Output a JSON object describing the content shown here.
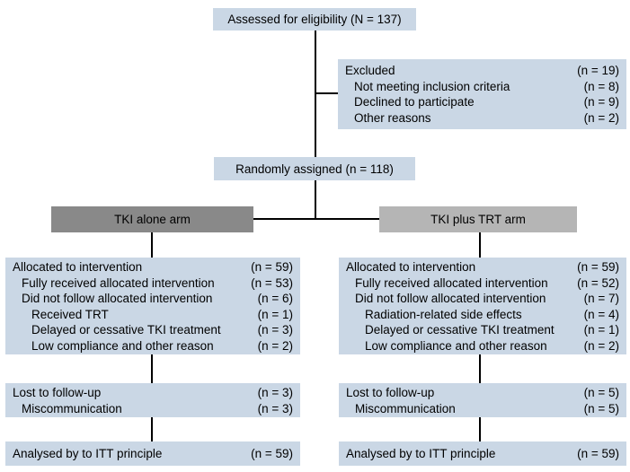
{
  "colors": {
    "box_fill": "#cad7e5",
    "arm_left_fill": "#898989",
    "arm_right_fill": "#b5b5b5",
    "line_color": "#000000",
    "text_color": "#000000"
  },
  "flow": {
    "assessed": {
      "label": "Assessed for eligibility (N = 137)"
    },
    "excluded": {
      "rows": [
        {
          "label": "Excluded",
          "value": "(n = 19)"
        },
        {
          "label": "Not meeting inclusion criteria",
          "value": "(n = 8)"
        },
        {
          "label": "Declined to participate",
          "value": "(n = 9)"
        },
        {
          "label": "Other reasons",
          "value": "(n = 2)"
        }
      ]
    },
    "randomized": {
      "label": "Randomly assigned (n = 118)"
    },
    "arm_left": {
      "label": "TKI alone arm"
    },
    "arm_right": {
      "label": "TKI plus TRT arm"
    },
    "left": {
      "allocation": [
        {
          "label": "Allocated to intervention",
          "value": "(n = 59)"
        },
        {
          "label": "Fully received allocated intervention",
          "value": "(n = 53)"
        },
        {
          "label": "Did not follow allocated intervention",
          "value": "(n = 6)"
        },
        {
          "label": "Received TRT",
          "value": "(n = 1)"
        },
        {
          "label": "Delayed or cessative TKI treatment",
          "value": "(n = 3)"
        },
        {
          "label": "Low compliance and other reason",
          "value": "(n = 2)"
        }
      ],
      "followup": [
        {
          "label": "Lost to follow-up",
          "value": "(n = 3)"
        },
        {
          "label": "Miscommunication",
          "value": "(n = 3)"
        }
      ],
      "analysis": {
        "label": "Analysed by to ITT principle",
        "value": "(n = 59)"
      }
    },
    "right": {
      "allocation": [
        {
          "label": "Allocated to intervention",
          "value": "(n = 59)"
        },
        {
          "label": "Fully received allocated intervention",
          "value": "(n = 52)"
        },
        {
          "label": "Did not follow allocated intervention",
          "value": "(n = 7)"
        },
        {
          "label": "Radiation-related side effects",
          "value": "(n = 4)"
        },
        {
          "label": "Delayed or cessative TKI treatment",
          "value": "(n = 1)"
        },
        {
          "label": "Low compliance and other reason",
          "value": "(n = 2)"
        }
      ],
      "followup": [
        {
          "label": "Lost to follow-up",
          "value": "(n = 5)"
        },
        {
          "label": "Miscommunication",
          "value": "(n = 5)"
        }
      ],
      "analysis": {
        "label": "Analysed by to ITT principle",
        "value": "(n = 59)"
      }
    }
  }
}
